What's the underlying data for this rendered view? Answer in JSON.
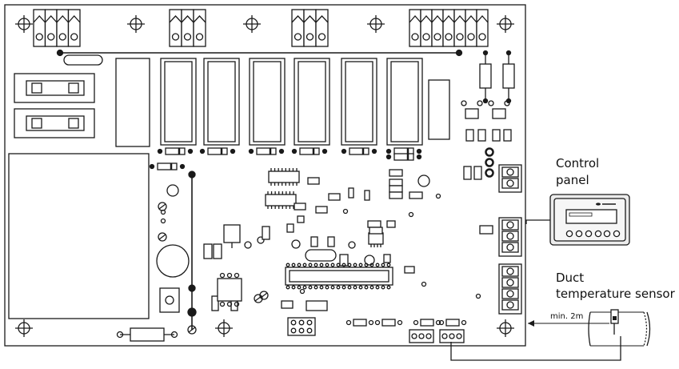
{
  "labels": {
    "control_panel_line1": "Control",
    "control_panel_line2": "panel",
    "duct_sensor_line1": "Duct",
    "duct_sensor_line2": "temperature sensor",
    "min_distance": "min. 2m"
  },
  "colors": {
    "line": "#1a1a1a",
    "relay_fill": "#ffffff",
    "device_fill": "#e8e8e8",
    "display_fill": "#f4f4f4"
  },
  "icons": {
    "mounting_hole": "crosshair-circle-icon",
    "terminal": "screw-terminal-icon",
    "relay": "relay-block-icon",
    "sensor": "duct-sensor-icon"
  }
}
